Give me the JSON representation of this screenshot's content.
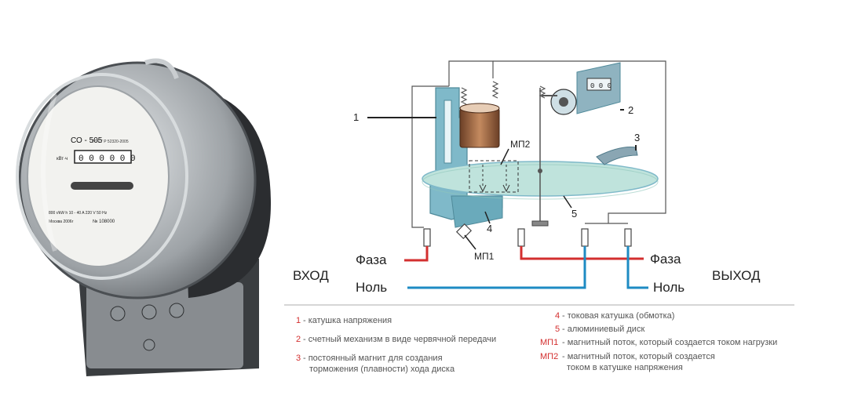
{
  "meter": {
    "model": "СО - 505",
    "standard": "ГОСТ Р 52320-2005",
    "counter_label": "кВт·ч",
    "counter_digits": "0 0 0 0 0 0",
    "specs": "800 r/kW h  10 - 40 A  220 V  50 Hz",
    "maker": "Москва 2006г",
    "serial": "№ 108000"
  },
  "diagram": {
    "part_labels": [
      "1",
      "2",
      "3",
      "4",
      "5"
    ],
    "mp1": "МП1",
    "mp2": "МП2",
    "input": "ВХОД",
    "output": "ВЫХОД",
    "phase_in": "Фаза",
    "neutral_in": "Ноль",
    "phase_out": "Фаза",
    "neutral_out": "Ноль"
  },
  "legend": {
    "left": [
      {
        "num": "1",
        "lines": [
          "- катушка напряжения"
        ]
      },
      {
        "num": "2",
        "lines": [
          "- счетный механизм в виде червячной передачи"
        ]
      },
      {
        "num": "3",
        "lines": [
          "- постоянный магнит для создания",
          "торможения (плавности) хода диска"
        ]
      }
    ],
    "right": [
      {
        "num": "4",
        "lines": [
          "- токовая катушка (обмотка)"
        ]
      },
      {
        "num": "5",
        "lines": [
          "- алюминиевый диск"
        ]
      },
      {
        "num": "МП1",
        "lines": [
          "- магнитный поток, который создается током нагрузки"
        ]
      },
      {
        "num": "МП2",
        "lines": [
          "- магнитный поток, который создается",
          "током в катушке напряжения"
        ]
      }
    ]
  },
  "colors": {
    "phase": "#d32f2f",
    "neutral": "#1e8bc3",
    "apparatus": "#7fb9c9",
    "disk": "#bfe3dc",
    "coil": "#8a5a3c",
    "legend_number": "#d32f2f"
  }
}
